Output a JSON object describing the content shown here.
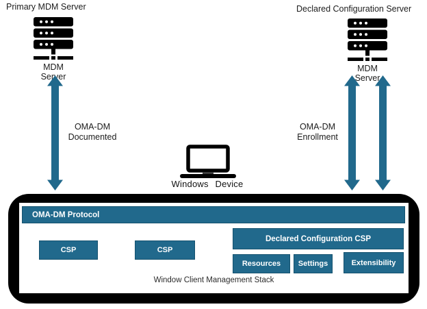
{
  "servers": {
    "primary": {
      "title": "Primary MDM Server",
      "caption": "MDM Server"
    },
    "declared": {
      "title": "Declared Configuration Server",
      "caption": "MDM Server"
    }
  },
  "connections": {
    "documented": {
      "line1": "OMA-DM",
      "line2": "Documented"
    },
    "enrollment": {
      "line1": "OMA-DM",
      "line2": "Enrollment"
    }
  },
  "device": {
    "caption": "Windows Device"
  },
  "stack": {
    "protocol": "OMA-DM Protocol",
    "csp_left": "CSP",
    "csp_right": "CSP",
    "declared_csp": "Declared Configuration CSP",
    "resources": "Resources",
    "settings": "Settings",
    "extensibility": "Extensibility",
    "caption": "Window Client Management Stack"
  },
  "colors": {
    "teal": "#21698c",
    "frame_black": "#000000"
  }
}
